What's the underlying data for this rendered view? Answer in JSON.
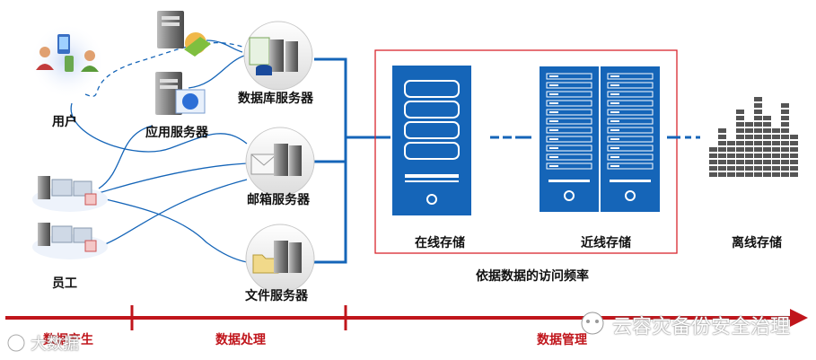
{
  "nodes": {
    "users": "用户",
    "app_server": "应用服务器",
    "db_server": "数据库服务器",
    "mail_server": "邮箱服务器",
    "file_server": "文件服务器",
    "staff": "员工"
  },
  "storage": {
    "online": "在线存储",
    "nearline": "近线存储",
    "offline": "离线存储",
    "frame_caption": "依据数据的访问频率"
  },
  "timeline": {
    "phases": [
      "数据产生",
      "数据处理",
      "数据管理"
    ]
  },
  "watermarks": {
    "left": "大数据",
    "right": "云容灾备份安全治理"
  },
  "colors": {
    "accent_blue": "#1565b8",
    "timeline_red": "#c0151b",
    "frame_red": "#d9272e",
    "offline_gray": "#555555"
  }
}
